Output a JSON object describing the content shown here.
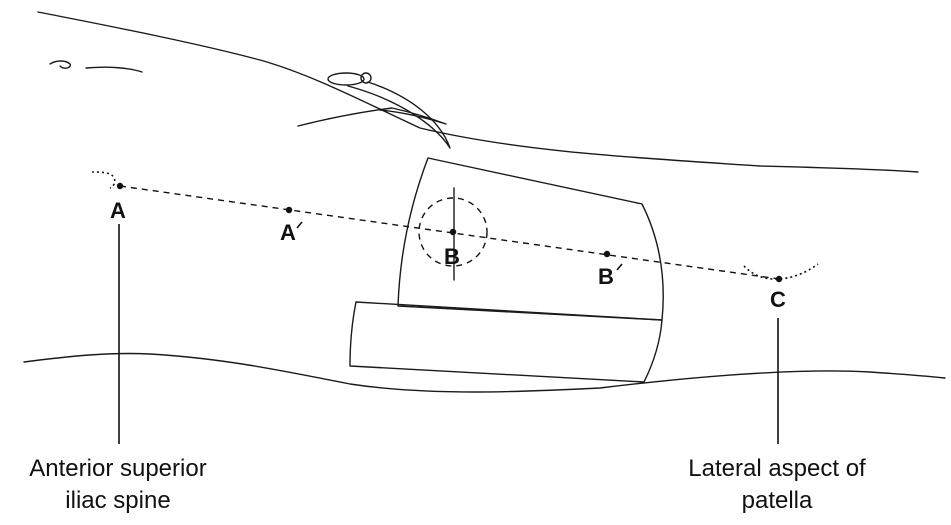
{
  "points": {
    "asis": "A",
    "a_prime": "A",
    "center": "B",
    "b_prime": "B",
    "patella": "C"
  },
  "captions": {
    "asis_line1": "Anterior superior",
    "asis_line2": "iliac spine",
    "patella_line1": "Lateral aspect of",
    "patella_line2": "patella"
  }
}
